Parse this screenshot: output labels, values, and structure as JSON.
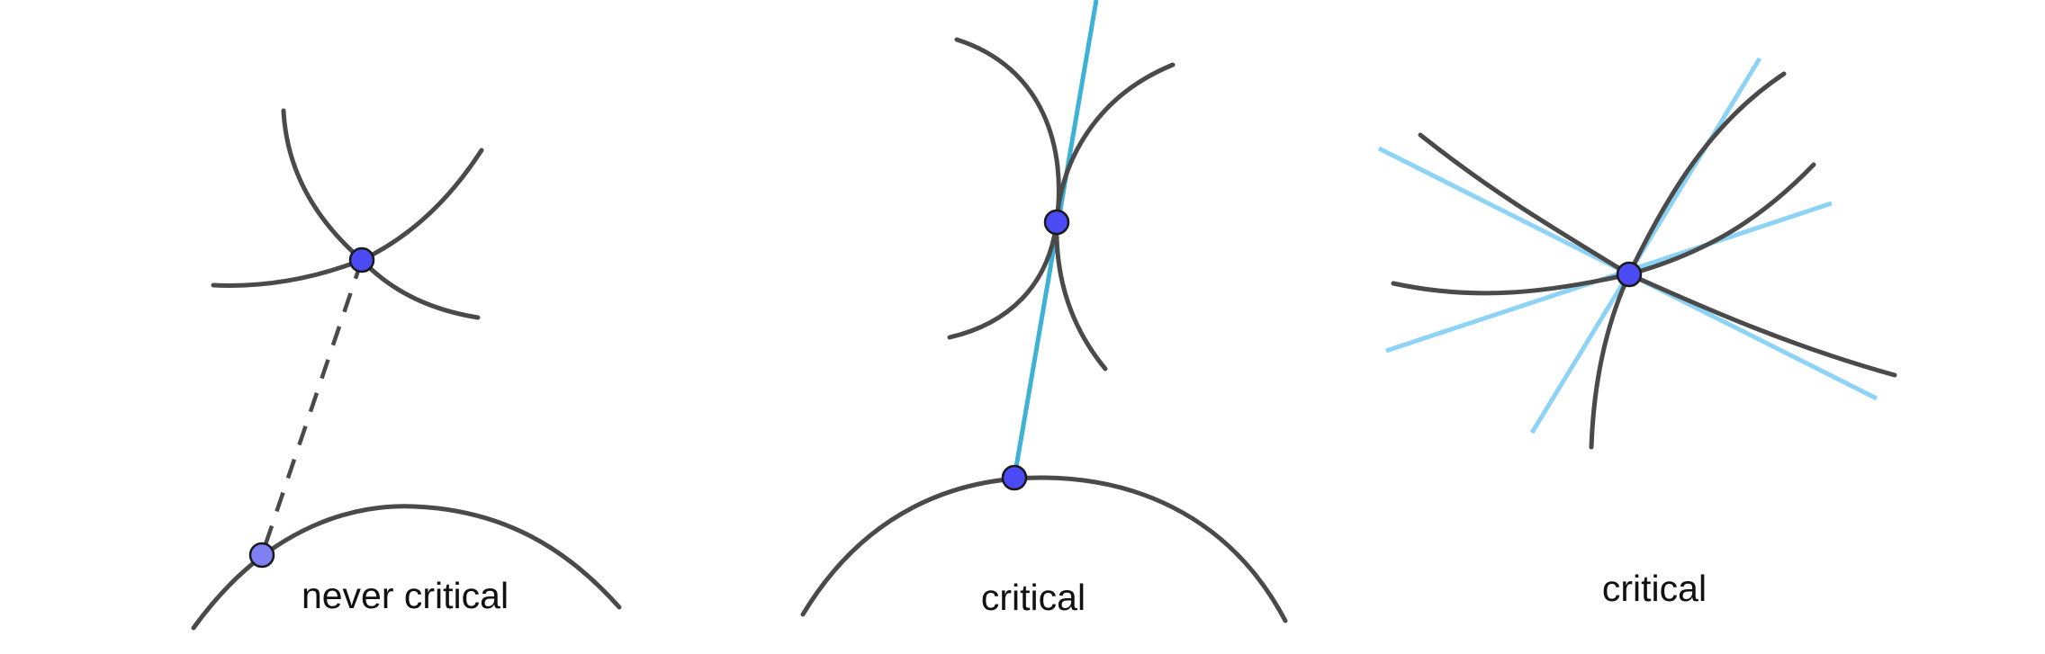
{
  "colors": {
    "curve": "#4a4a4a",
    "line_dark": "#3db2d4",
    "line_light": "#8dd3f5",
    "point_fill": "#4b4bf5",
    "point_fill_light": "#8080f4",
    "point_stroke": "#1a1a1a"
  },
  "panels": [
    {
      "caption": "never critical"
    },
    {
      "caption": "critical"
    },
    {
      "caption": "critical"
    }
  ]
}
